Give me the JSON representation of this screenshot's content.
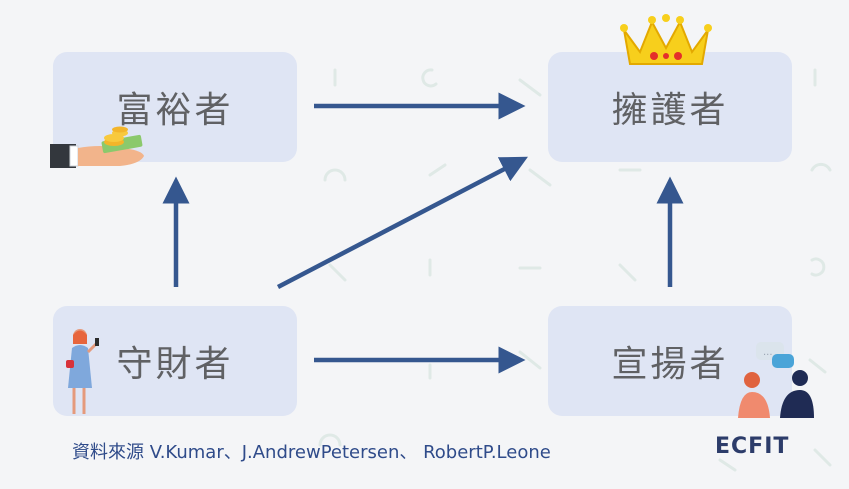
{
  "boxes": {
    "top_left": "富裕者",
    "top_right": "擁護者",
    "bottom_left": "守財者",
    "bottom_right": "宣揚者"
  },
  "source": "資料來源 V.Kumar、J.AndrewPetersen、 RobertP.Leone",
  "brand": "ECFIT",
  "colors": {
    "box_fill": "#dfe5f4",
    "box_text": "#606164",
    "arrow": "#35578f",
    "source_text": "#2f4b8a",
    "brand_text": "#2c3c6a"
  },
  "icons": [
    "money-hand-icon",
    "crown-icon",
    "woman-phone-icon",
    "chat-people-icon"
  ]
}
